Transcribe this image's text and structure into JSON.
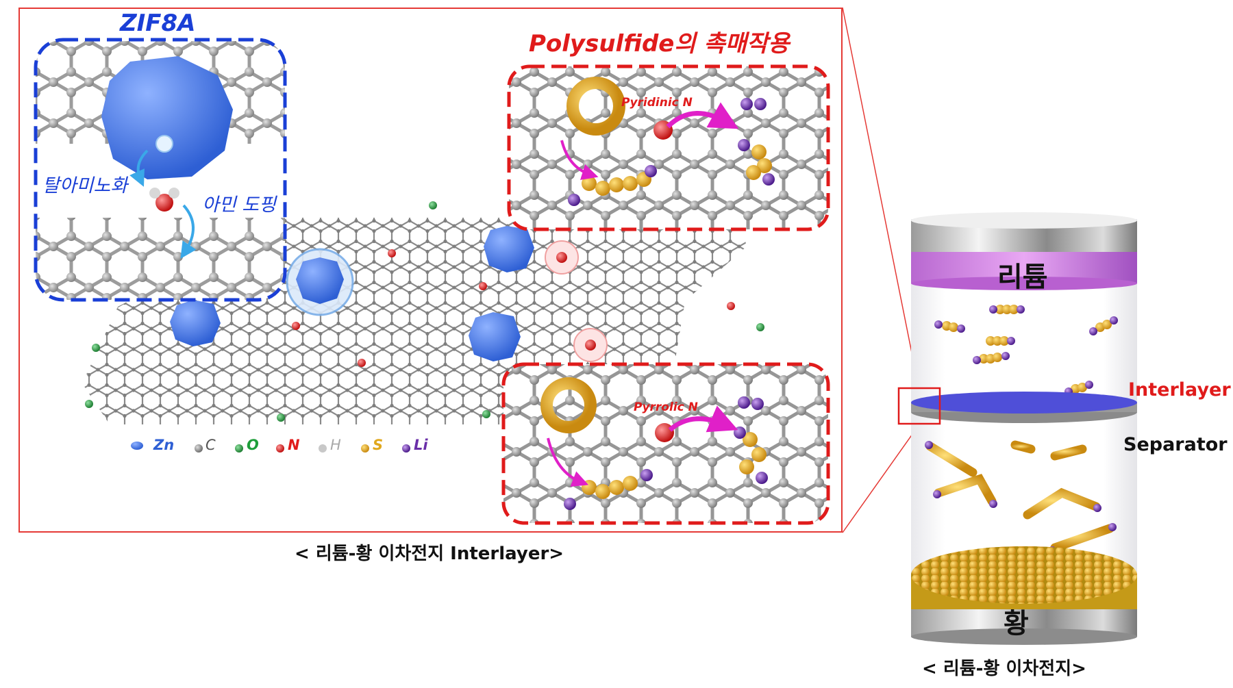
{
  "labels": {
    "zif_title": "ZIF8A",
    "polysulfide_title": "Polysulfide의 촉매작용",
    "deamination": "탈아미노화",
    "amine_doping": "아민 도핑",
    "pyridinic": "Pyridinic N",
    "pyrrolic": "Pyrrolic N",
    "caption_left": "< 리튬-황 이차전지 Interlayer>",
    "caption_right": "< 리튬-황 이차전지>",
    "interlayer": "Interlayer",
    "separator": "Separator",
    "lithium": "리튬",
    "sulfur": "황"
  },
  "legend": [
    {
      "symbol": "Zn",
      "color": "#3b6fe0"
    },
    {
      "symbol": "C",
      "color": "#6e6e6e"
    },
    {
      "symbol": "O",
      "color": "#1e9e3a"
    },
    {
      "symbol": "N",
      "color": "#e01b1b"
    },
    {
      "symbol": "H",
      "color": "#a8a8a8"
    },
    {
      "symbol": "S",
      "color": "#e0a81e"
    },
    {
      "symbol": "Li",
      "color": "#6a2fa8"
    }
  ],
  "colors": {
    "frame_red": "#e53935",
    "zif_blue": "#1a3fd6",
    "zif_polyhedron": "#4a7be8",
    "graphene": "#8a8a8a",
    "sulfur": "#e0a81e",
    "lithium": "#7a3fc0",
    "interlayer": "#5050d8",
    "lithium_layer": "#c36ad8"
  }
}
